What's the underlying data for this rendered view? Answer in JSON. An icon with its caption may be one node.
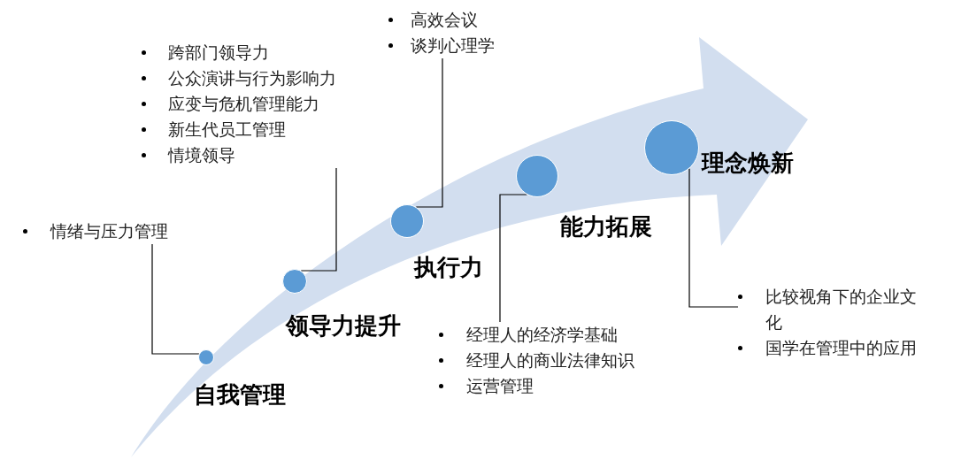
{
  "diagram": {
    "nodes": [
      {
        "text": [
          "情绪与压力管理"
        ]
      },
      {
        "text": [
          "跨部门领导力",
          "公众演讲与行为影响力",
          "应变与危机管理能力",
          "新生代员工管理",
          "情境领导"
        ]
      },
      {
        "text": [
          "高效会议",
          "谈判心理学"
        ]
      },
      {
        "text": [
          "经理人的经济学基础",
          "经理人的商业法律知识",
          "运营管理"
        ]
      },
      {
        "text": [
          "比较视角下的企业文化",
          "国学在管理中的应用"
        ]
      },
      {
        "text": [],
        "shape": "circle",
        "beside": [
          "自我管理"
        ]
      },
      {
        "text": [],
        "shape": "circle",
        "beside": [
          "领导力提升"
        ]
      },
      {
        "text": [],
        "shape": "circle",
        "beside": [
          "执行力"
        ]
      },
      {
        "text": [],
        "shape": "circle",
        "beside": [
          "能力拓展"
        ]
      },
      {
        "text": [],
        "shape": "circle",
        "beside": [
          "理念焕新"
        ]
      }
    ],
    "edges": [
      {
        "from": 0,
        "to": 5,
        "arrow": "none"
      },
      {
        "from": 1,
        "to": 6,
        "arrow": "none"
      },
      {
        "from": 2,
        "to": 7,
        "arrow": "none"
      },
      {
        "from": 3,
        "to": 8,
        "arrow": "none"
      },
      {
        "from": 4,
        "to": 9,
        "arrow": "none"
      }
    ]
  }
}
